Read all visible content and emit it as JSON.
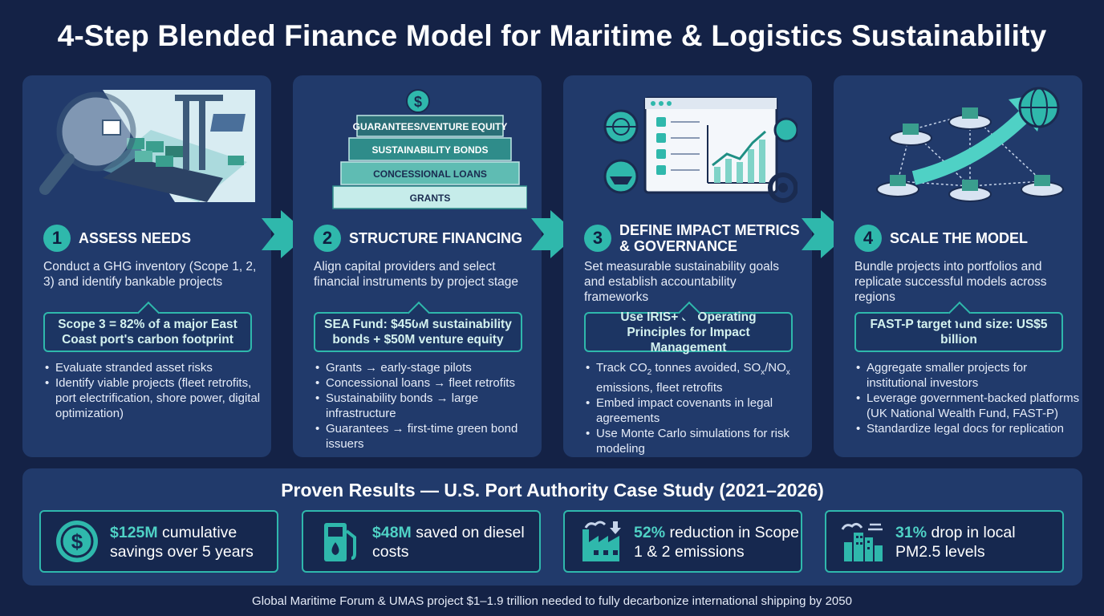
{
  "title": "4-Step Blended Finance Model for Maritime & Logistics Sustainability",
  "steps": [
    {
      "number": "1",
      "title": "ASSESS NEEDS",
      "description": "Conduct a GHG inventory (Scope 1, 2, 3) and identify bankable projects",
      "callout": "Scope 3 = 82% of a major East Coast port's carbon footprint",
      "bullets": [
        "Evaluate stranded asset risks",
        "Identify viable projects (fleet retrofits, port electrification, shore power, digital optimization)"
      ]
    },
    {
      "number": "2",
      "title": "STRUCTURE FINANCING",
      "description": "Align capital providers and select financial instruments by project stage",
      "callout": "SEA Fund: $450M sustainability bonds + $50M venture equity",
      "bullets": [
        "Grants → early-stage pilots",
        "Concessional loans → fleet retrofits",
        "Sustainability bonds → large infrastructure",
        "Guarantees → first-time green bond issuers"
      ],
      "pyramid": [
        "GUARANTEES/VENTURE EQUITY",
        "SUSTAINABILITY BONDS",
        "CONCESSIONAL LOANS",
        "GRANTS"
      ]
    },
    {
      "number": "3",
      "title_line1": "DEFINE IMPACT METRICS",
      "title_line2": "& GOVERNANCE",
      "description": "Set measurable sustainability goals and establish accountability frameworks",
      "callout": "Use IRIS+ or Operating Principles for Impact Management",
      "bullets": [
        {
          "a": "Track CO",
          "b": "2",
          "c": " tonnes avoided, SO",
          "d": "x",
          "e": "/NO",
          "f": "x",
          "g": " emissions, fleet retrofits"
        },
        "Embed impact covenants in legal agreements",
        "Use Monte Carlo simulations for risk modeling"
      ]
    },
    {
      "number": "4",
      "title": "SCALE THE MODEL",
      "description": "Bundle projects into portfolios and replicate successful models across regions",
      "callout": "FAST-P target fund size: US$5 billion",
      "bullets": [
        "Aggregate smaller projects for institutional investors",
        "Leverage government-backed platforms (UK National Wealth Fund, FAST-P)",
        "Standardize legal docs for replication"
      ]
    }
  ],
  "results": {
    "title": "Proven Results — U.S. Port Authority Case Study (2021–2026)",
    "items": [
      {
        "highlight": "$125M",
        "rest": " cumulative savings over 5 years",
        "icon": "dollar-coin-icon"
      },
      {
        "highlight": "$48M",
        "rest": " saved on diesel costs",
        "icon": "fuel-pump-icon"
      },
      {
        "highlight": "52%",
        "rest": " reduction in Scope 1 & 2 emissions",
        "icon": "factory-icon"
      },
      {
        "highlight": "31%",
        "rest": " drop in local PM2.5 levels",
        "icon": "city-air-icon"
      }
    ]
  },
  "footer": "Global Maritime Forum & UMAS project $1–1.9 trillion needed to fully decarbonize international shipping by 2050",
  "colors": {
    "background": "#142246",
    "card": "#213a6b",
    "accent": "#2fb8ac",
    "highlight": "#4fd1c5"
  }
}
